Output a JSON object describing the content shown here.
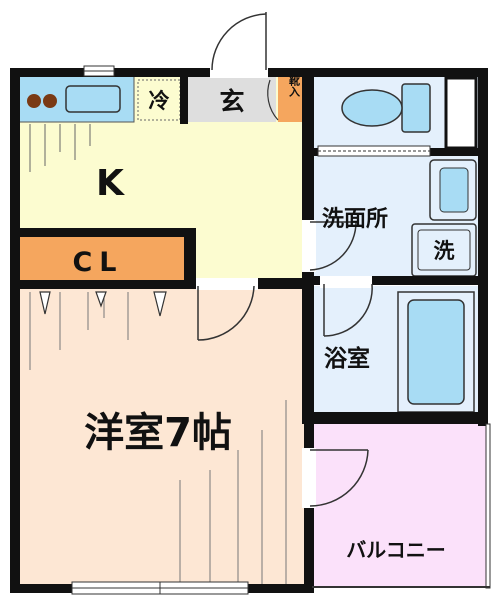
{
  "floorplan": {
    "rooms": {
      "kitchen": "K",
      "fridge": "冷",
      "entrance": "玄",
      "shoe_box": "靴入",
      "closet": "CL",
      "washroom": "洗面所",
      "washer": "洗",
      "bathroom": "浴室",
      "western_room": "洋室7帖",
      "balcony": "バルコニー"
    },
    "colors": {
      "kitchen": "#fcfcd0",
      "closet": "#f5a65e",
      "western_room": "#fde7d4",
      "wet_area": "#e4f0fc",
      "fixture": "#a8dcf4",
      "balcony": "#fbe1fa",
      "entrance": "#dedede",
      "wall": "#111111"
    }
  }
}
